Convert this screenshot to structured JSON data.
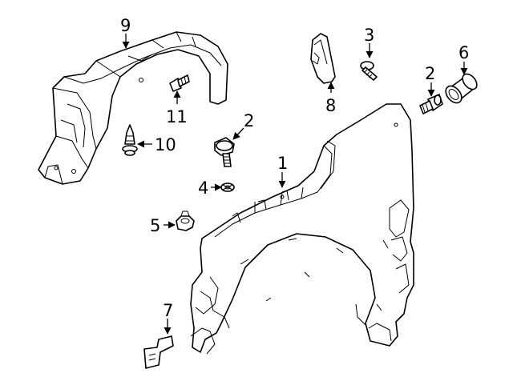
{
  "callouts": {
    "fender": "1",
    "bolt_center": "2",
    "bolt_right": "2",
    "screw_3": "3",
    "clip_4": "4",
    "nut_5": "5",
    "cap_6": "6",
    "bracket_7": "7",
    "trim_8": "8",
    "liner_9": "9",
    "retainer_10": "10",
    "bolt_11": "11"
  }
}
